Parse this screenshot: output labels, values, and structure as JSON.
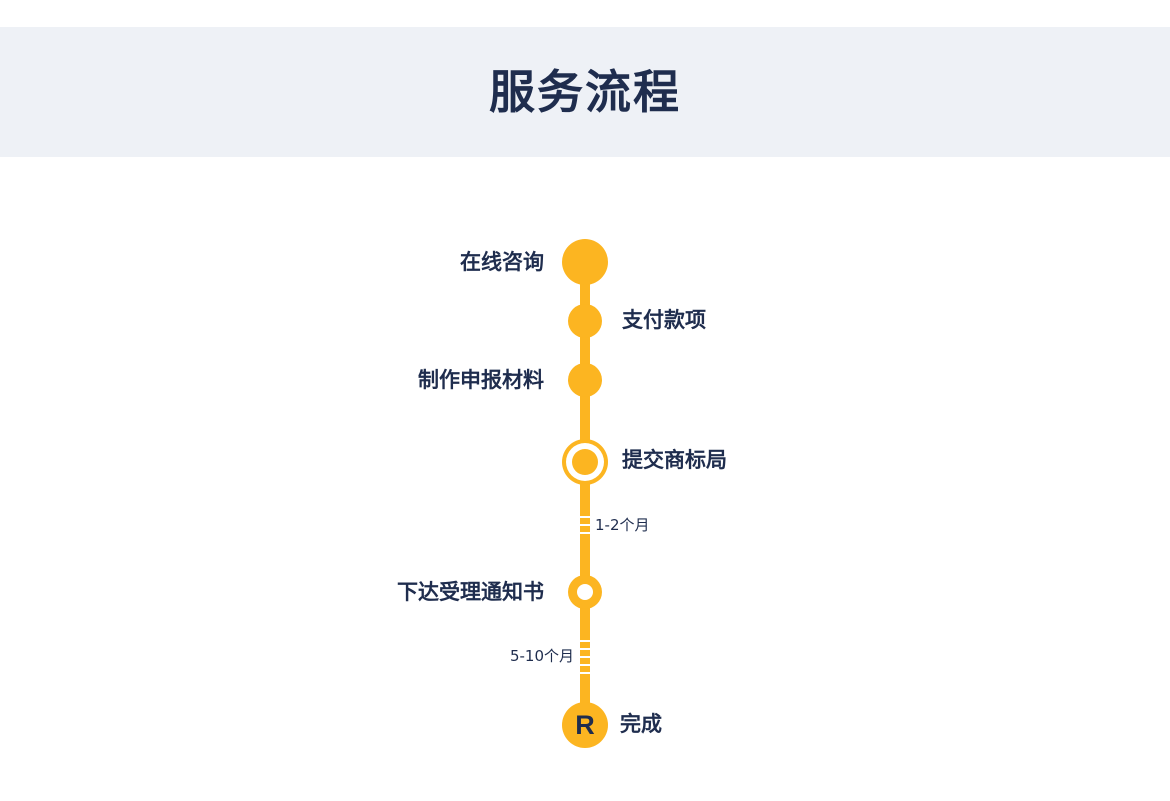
{
  "header": {
    "title": "服务流程"
  },
  "colors": {
    "accent": "#fcb521",
    "text": "#1f2d4e",
    "header_background": "#eef1f6"
  },
  "steps": [
    {
      "label": "在线咨询"
    },
    {
      "label": "支付款项"
    },
    {
      "label": "制作申报材料"
    },
    {
      "label": "提交商标局"
    },
    {
      "label": "下达受理通知书"
    },
    {
      "label": "完成"
    }
  ],
  "durations": [
    {
      "label": "1-2个月"
    },
    {
      "label": "5-10个月"
    }
  ],
  "final_badge": {
    "letter": "R"
  }
}
